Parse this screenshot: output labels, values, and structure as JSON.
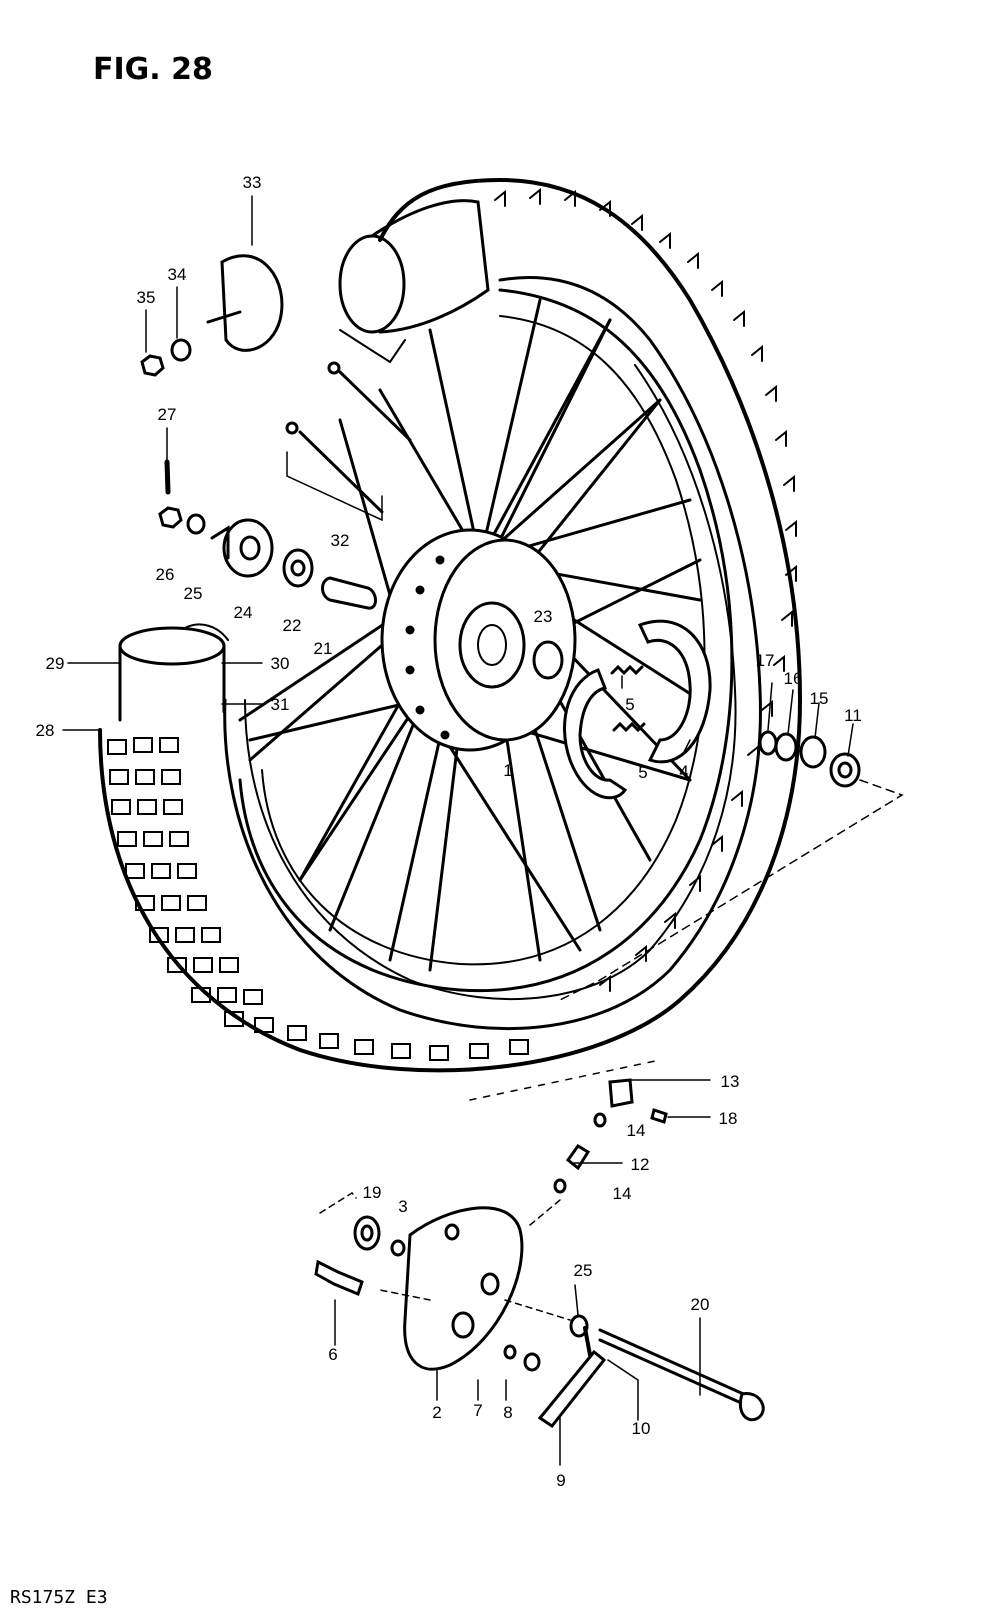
{
  "figure": {
    "title": "FIG. 28",
    "model_code": "RS175Z  E3"
  },
  "callouts": [
    {
      "id": "c1",
      "text": "1"
    },
    {
      "id": "c2",
      "text": "2"
    },
    {
      "id": "c3",
      "text": "3"
    },
    {
      "id": "c4",
      "text": "4"
    },
    {
      "id": "c5a",
      "text": "5"
    },
    {
      "id": "c5b",
      "text": "5"
    },
    {
      "id": "c6",
      "text": "6"
    },
    {
      "id": "c7",
      "text": "7"
    },
    {
      "id": "c8",
      "text": "8"
    },
    {
      "id": "c9",
      "text": "9"
    },
    {
      "id": "c10",
      "text": "10"
    },
    {
      "id": "c11",
      "text": "11"
    },
    {
      "id": "c12",
      "text": "12"
    },
    {
      "id": "c13",
      "text": "13"
    },
    {
      "id": "c14a",
      "text": "14"
    },
    {
      "id": "c14b",
      "text": "14"
    },
    {
      "id": "c15",
      "text": "15"
    },
    {
      "id": "c16",
      "text": "16"
    },
    {
      "id": "c17",
      "text": "17"
    },
    {
      "id": "c18",
      "text": "18"
    },
    {
      "id": "c19",
      "text": "19"
    },
    {
      "id": "c20",
      "text": "20"
    },
    {
      "id": "c21",
      "text": "21"
    },
    {
      "id": "c22",
      "text": "22"
    },
    {
      "id": "c23",
      "text": "23"
    },
    {
      "id": "c24",
      "text": "24"
    },
    {
      "id": "c25a",
      "text": "25"
    },
    {
      "id": "c25b",
      "text": "25"
    },
    {
      "id": "c26",
      "text": "26"
    },
    {
      "id": "c27",
      "text": "27"
    },
    {
      "id": "c28",
      "text": "28"
    },
    {
      "id": "c29",
      "text": "29"
    },
    {
      "id": "c30",
      "text": "30"
    },
    {
      "id": "c31",
      "text": "31"
    },
    {
      "id": "c32",
      "text": "32"
    },
    {
      "id": "c33",
      "text": "33"
    },
    {
      "id": "c34",
      "text": "34"
    },
    {
      "id": "c35",
      "text": "35"
    }
  ]
}
